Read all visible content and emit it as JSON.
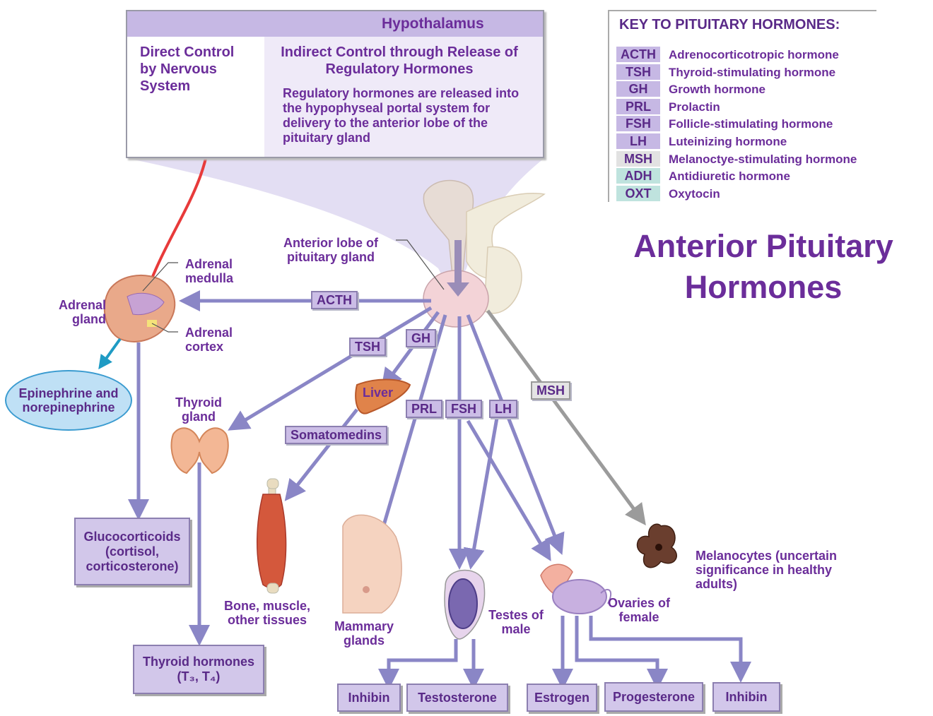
{
  "hypothalamus": {
    "title": "Hypothalamus",
    "direct_control": "Direct Control by Nervous System",
    "indirect_heading": "Indirect Control through Release of Regulatory Hormones",
    "indirect_body": "Regulatory hormones are released into the hypophyseal portal system for delivery to the anterior lobe of the pituitary gland"
  },
  "key": {
    "title": "KEY TO PITUITARY HORMONES:",
    "items": [
      {
        "abbr": "ACTH",
        "name": "Adrenocorticotropic hormone",
        "color": "#c6b8e4"
      },
      {
        "abbr": "TSH",
        "name": "Thyroid-stimulating hormone",
        "color": "#c6b8e4"
      },
      {
        "abbr": "GH",
        "name": "Growth hormone",
        "color": "#c6b8e4"
      },
      {
        "abbr": "PRL",
        "name": "Prolactin",
        "color": "#c6b8e4"
      },
      {
        "abbr": "FSH",
        "name": "Follicle-stimulating hormone",
        "color": "#c6b8e4"
      },
      {
        "abbr": "LH",
        "name": "Luteinizing hormone",
        "color": "#c6b8e4"
      },
      {
        "abbr": "MSH",
        "name": "Melanoctye-stimulating hormone",
        "color": "#e2e2e2"
      },
      {
        "abbr": "ADH",
        "name": "Antidiuretic hormone",
        "color": "#bfe3de"
      },
      {
        "abbr": "OXT",
        "name": "Oxytocin",
        "color": "#bfe3de"
      }
    ]
  },
  "title": "Anterior Pituitary Hormones",
  "labels": {
    "anterior_lobe": "Anterior lobe of pituitary gland",
    "adrenal_medulla": "Adrenal medulla",
    "adrenal_gland": "Adrenal gland",
    "adrenal_cortex": "Adrenal cortex",
    "epinephrine": "Epinephrine and norepinephrine",
    "thyroid_gland": "Thyroid gland",
    "liver": "Liver",
    "bone_muscle": "Bone, muscle, other tissues",
    "mammary": "Mammary glands",
    "testes": "Testes of male",
    "ovaries": "Ovaries of female",
    "melanocytes": "Melanocytes (uncertain significance in healthy adults)"
  },
  "hormone_tags": {
    "acth": "ACTH",
    "tsh": "TSH",
    "gh": "GH",
    "prl": "PRL",
    "fsh": "FSH",
    "lh": "LH",
    "msh": "MSH",
    "somatomedins": "Somatomedins"
  },
  "outputs": {
    "glucocorticoids": "Glucocorticoids (cortisol, corticosterone)",
    "thyroid_hormones": "Thyroid hormones (T₃, T₄)",
    "inhibin_male": "Inhibin",
    "testosterone": "Testosterone",
    "estrogen": "Estrogen",
    "progesterone": "Progesterone",
    "inhibin_female": "Inhibin"
  },
  "colors": {
    "arrow": "#8a86c6",
    "msh_arrow": "#9b9b9b",
    "nerve": "#e83a3a",
    "epi_arrow": "#1f9bc4"
  }
}
